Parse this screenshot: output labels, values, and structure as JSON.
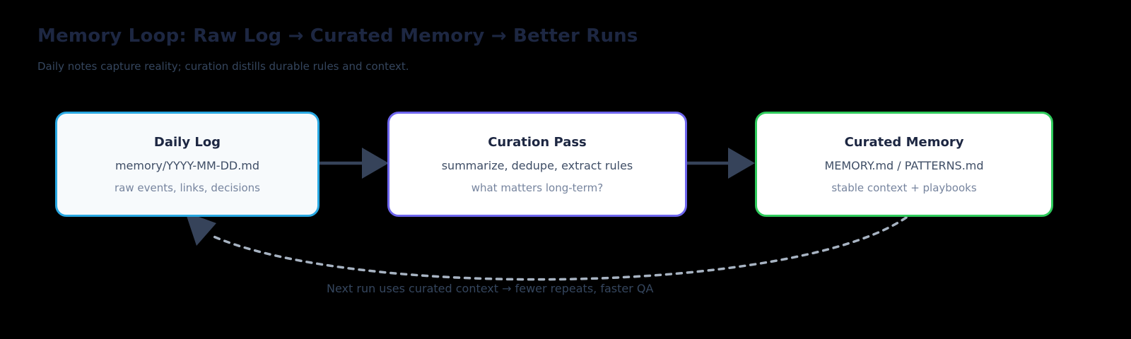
{
  "header": {
    "title": "Memory Loop: Raw Log → Curated Memory → Better Runs",
    "subtitle": "Daily notes capture reality; curation distills durable rules and context."
  },
  "diagram": {
    "nodes": [
      {
        "title": "Daily Log",
        "line1": "memory/YYYY-MM-DD.md",
        "line2": "raw events, links, decisions",
        "border_color": "#29a8e2",
        "bg_color": "#f7fafc"
      },
      {
        "title": "Curation Pass",
        "line1": "summarize, dedupe, extract rules",
        "line2": "what matters long-term?",
        "border_color": "#6e66ee",
        "bg_color": "#ffffff"
      },
      {
        "title": "Curated Memory",
        "line1": "MEMORY.md / PATTERNS.md",
        "line2": "stable context + playbooks",
        "border_color": "#2fcb5c",
        "bg_color": "#ffffff"
      }
    ],
    "arrow_color": "#36435a",
    "feedback": {
      "label": "Next run uses curated context → fewer repeats, faster QA",
      "line_color": "#a7b3c2"
    }
  }
}
